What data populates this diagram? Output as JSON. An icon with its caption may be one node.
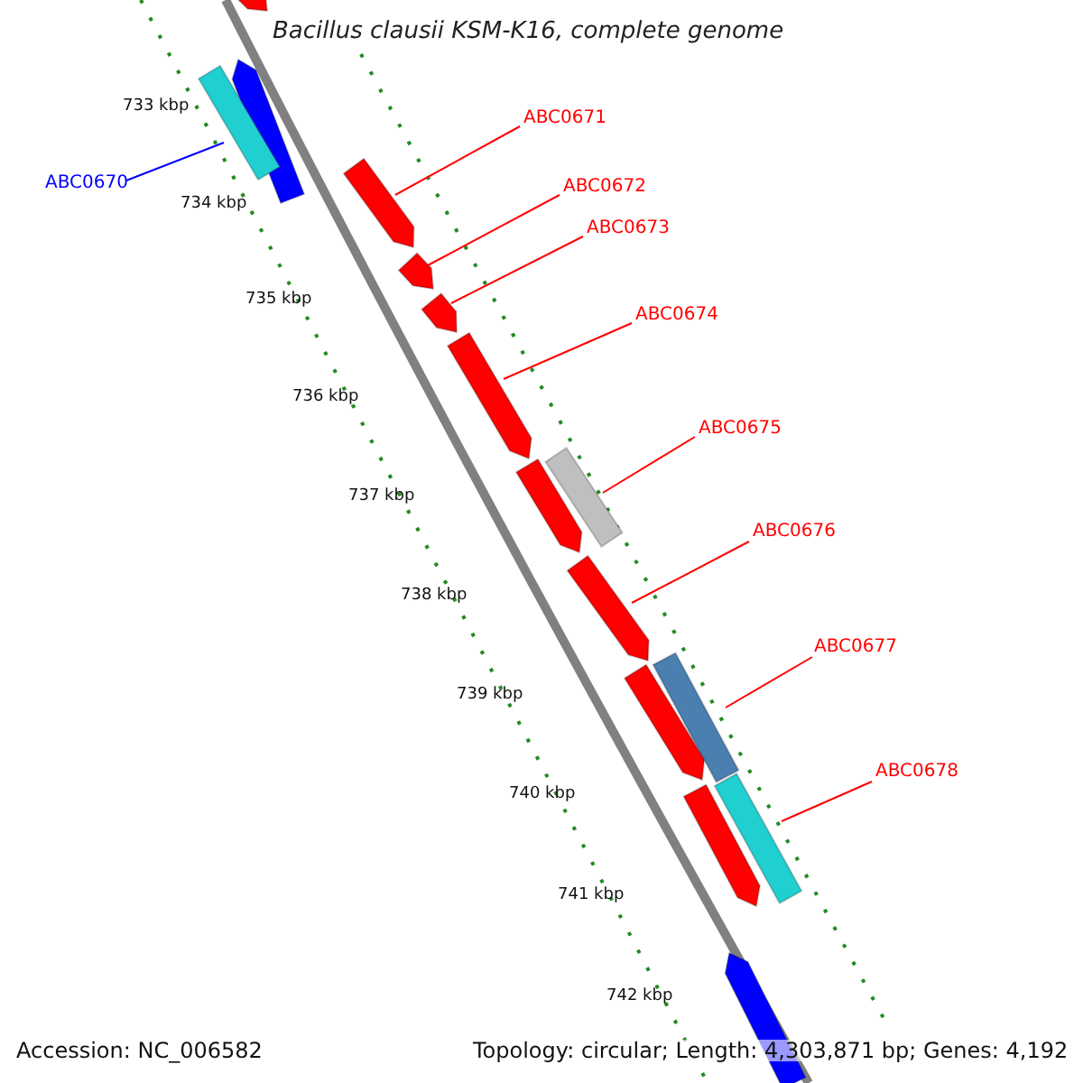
{
  "diagram": {
    "title": "Bacillus clausii KSM-K16, complete genome",
    "nodes": [
      {
        "text": [
          "ABC0670"
        ]
      },
      {
        "text": [
          "ABC0671"
        ]
      },
      {
        "text": [
          "ABC0672"
        ]
      },
      {
        "text": [
          "ABC0673"
        ]
      },
      {
        "text": [
          "ABC0674"
        ]
      },
      {
        "text": [
          "ABC0675"
        ]
      },
      {
        "text": [
          "ABC0676"
        ]
      },
      {
        "text": [
          "ABC0677"
        ]
      },
      {
        "text": [
          "ABC0678"
        ]
      },
      {
        "text": [],
        "shape": "bar"
      },
      {
        "text": [],
        "shape": "bar"
      },
      {
        "text": [],
        "shape": "bar"
      },
      {
        "text": [],
        "shape": "bar"
      },
      {
        "text": [],
        "shape": "bar"
      },
      {
        "text": [],
        "shape": "bar"
      },
      {
        "text": [],
        "shape": "bar"
      },
      {
        "text": [],
        "shape": "bar"
      },
      {
        "text": [],
        "shape": "bar"
      }
    ],
    "edges": [
      {
        "from": 0,
        "to": 9,
        "arrow": "none",
        "color": "#0000ff"
      },
      {
        "from": 1,
        "to": 10,
        "arrow": "none"
      },
      {
        "from": 2,
        "to": 11,
        "arrow": "none"
      },
      {
        "from": 3,
        "to": 12,
        "arrow": "none"
      },
      {
        "from": 4,
        "to": 13,
        "arrow": "none"
      },
      {
        "from": 5,
        "to": 14,
        "arrow": "none"
      },
      {
        "from": 6,
        "to": 15,
        "arrow": "none"
      },
      {
        "from": 7,
        "to": 16,
        "arrow": "none"
      },
      {
        "from": 8,
        "to": 17,
        "arrow": "none"
      }
    ],
    "labels": [
      "733 kbp",
      "734 kbp",
      "735 kbp",
      "736 kbp",
      "737 kbp",
      "738 kbp",
      "739 kbp",
      "740 kbp",
      "741 kbp",
      "742 kbp",
      "Accession: NC_006582",
      "Topology: circular; Length: 4,303,871 bp; Genes: 4,192"
    ]
  }
}
